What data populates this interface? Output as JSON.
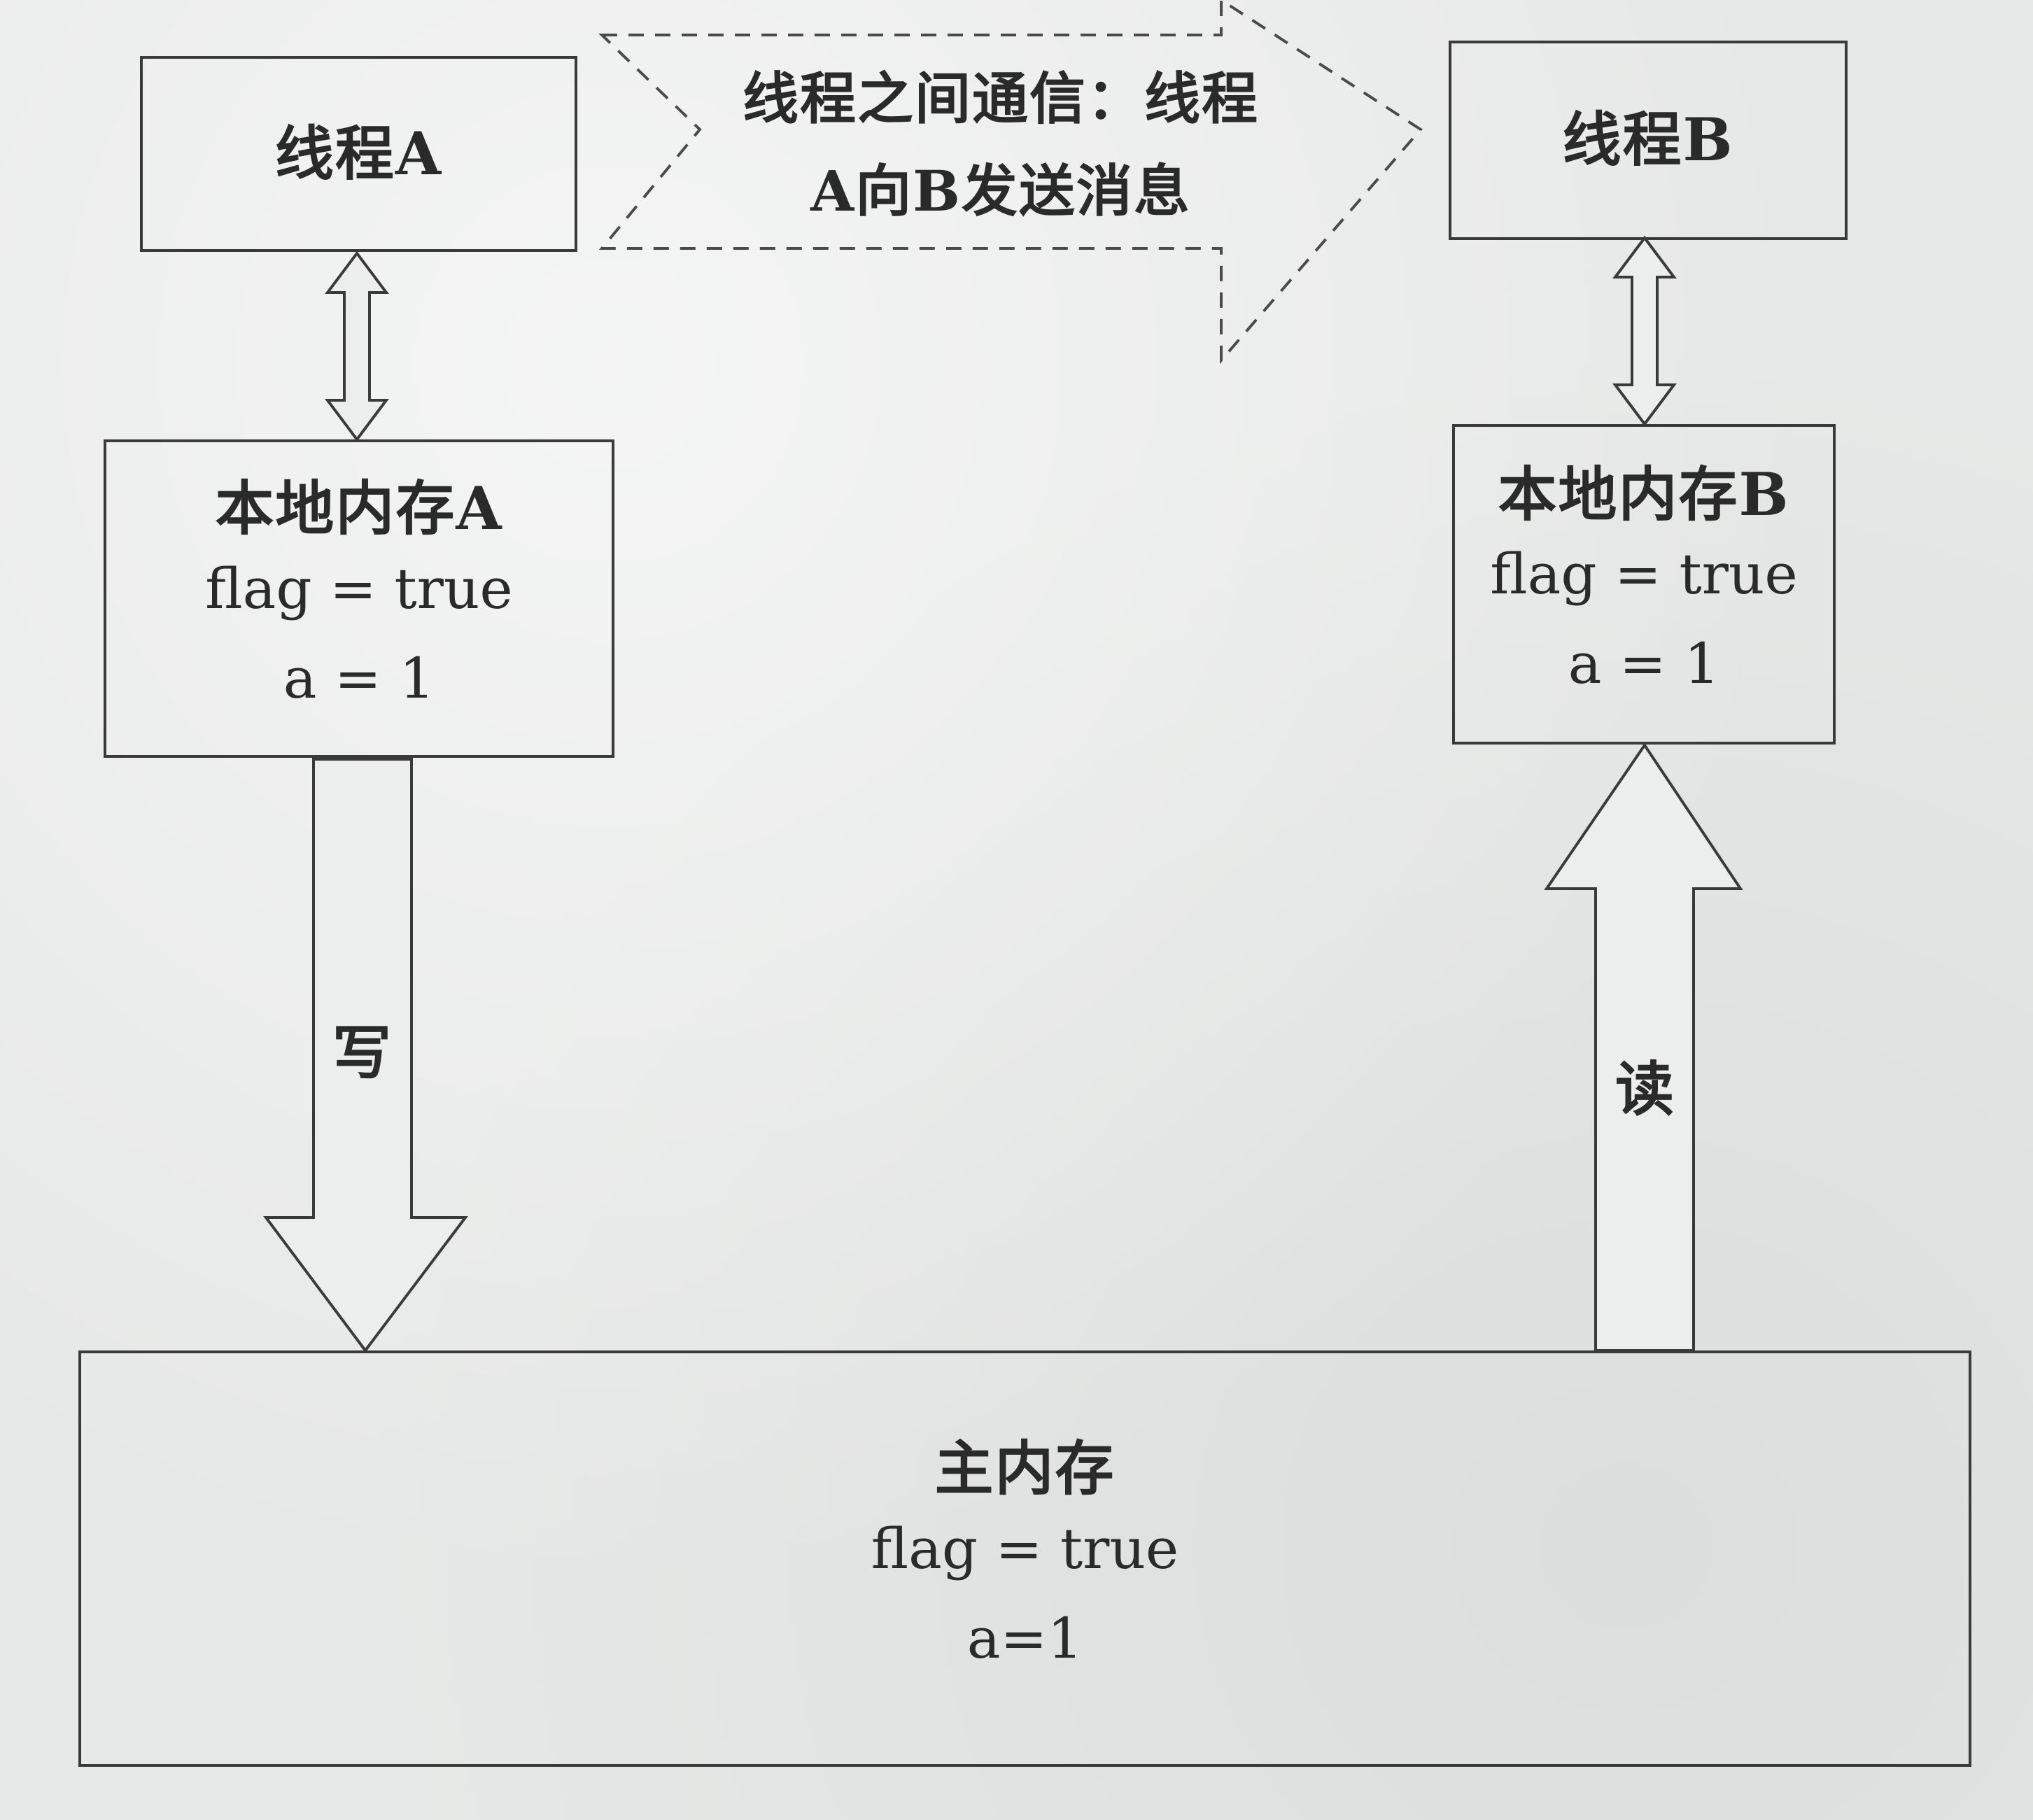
{
  "thread_a": {
    "label": "线程A"
  },
  "thread_b": {
    "label": "线程B"
  },
  "message": {
    "line1": "线程之间通信：线程",
    "line2": "A向B发送消息"
  },
  "local_memory_a": {
    "title": "本地内存A",
    "flag": "flag = true",
    "a": "a = 1"
  },
  "local_memory_b": {
    "title": "本地内存B",
    "flag": "flag = true",
    "a": "a = 1"
  },
  "main_memory": {
    "title": "主内存",
    "flag": "flag = true",
    "a": "a=1"
  },
  "arrows": {
    "write": "写",
    "read": "读"
  }
}
